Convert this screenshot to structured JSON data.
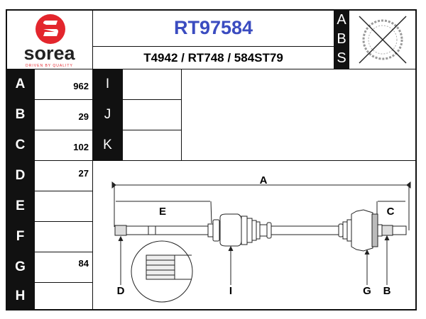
{
  "logo": {
    "brand": "sorea",
    "tagline": "DRIVEN BY QUALITY",
    "color": "#e3262d"
  },
  "header": {
    "part_number": "RT97584",
    "part_number_color": "#3b4cc0",
    "cross_refs": "T4942 / RT748 / 584ST79",
    "abs_letters": [
      "A",
      "B",
      "S"
    ],
    "abs_icon": "abs-ring-crossed-icon"
  },
  "dimensions": [
    {
      "label": "A",
      "value": "962"
    },
    {
      "label": "B",
      "value": "29"
    },
    {
      "label": "C",
      "value": "102"
    },
    {
      "label": "D",
      "value": "27"
    },
    {
      "label": "E",
      "value": ""
    },
    {
      "label": "F",
      "value": ""
    },
    {
      "label": "G",
      "value": "84"
    },
    {
      "label": "H",
      "value": ""
    }
  ],
  "extra": [
    {
      "label": "I",
      "value": ""
    },
    {
      "label": "J",
      "value": ""
    },
    {
      "label": "K",
      "value": ""
    }
  ],
  "drawing": {
    "labels": {
      "A": "A",
      "E": "E",
      "C": "C",
      "D": "D",
      "I": "I",
      "G": "G",
      "B": "B"
    }
  }
}
